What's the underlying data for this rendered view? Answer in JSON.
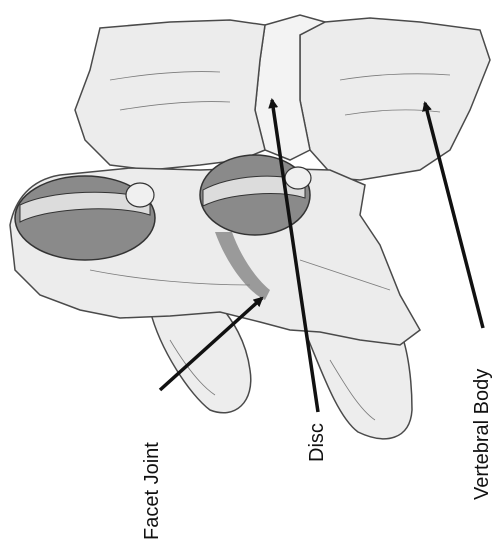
{
  "labels": {
    "facet_joint": "Facet Joint",
    "disc": "Disc",
    "vertebral_body": "Vertebral Body"
  },
  "colors": {
    "background": "#ffffff",
    "bone_fill": "#ededed",
    "bone_outline": "#4a4a4a",
    "disc_dark": "#8a8a8a",
    "disc_ring": "#dcdcdc",
    "shadow": "#9a9a9a",
    "arrow": "#111111"
  }
}
